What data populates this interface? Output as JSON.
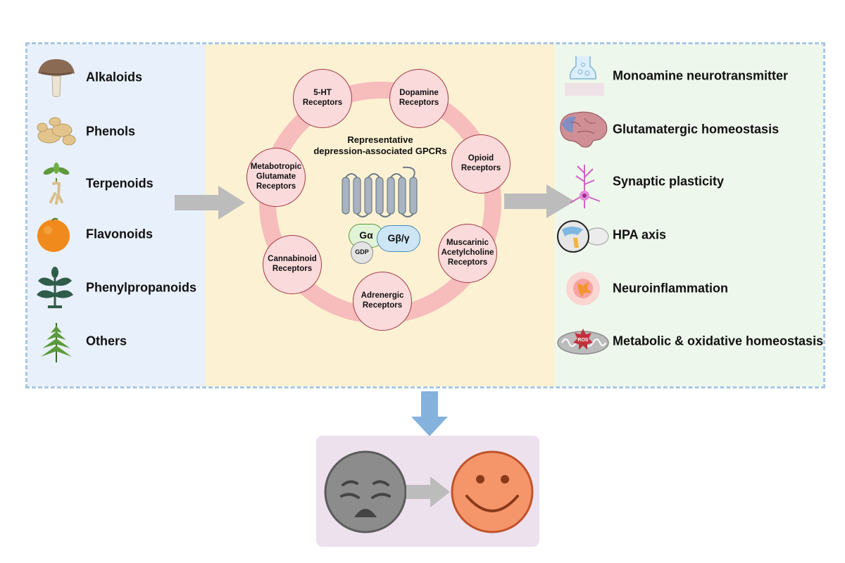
{
  "colors": {
    "left_panel": "#e8f0fb",
    "mid_panel": "#fcf2d3",
    "right_panel": "#eef7ec",
    "ring": "#f7bcbc",
    "receptor_fill": "#fadadb",
    "receptor_border": "#a23b47",
    "arrow_gray": "#bcbcbc",
    "arrow_blue": "#84b2dc",
    "mood_box": "#ede1ee",
    "sad_face": "#8c8c8c",
    "happy_face": "#f4956a"
  },
  "compounds": [
    {
      "label": "Alkaloids",
      "icon": "mushroom-icon"
    },
    {
      "label": "Phenols",
      "icon": "ginger-root-icon"
    },
    {
      "label": "Terpenoids",
      "icon": "ginseng-icon"
    },
    {
      "label": "Flavonoids",
      "icon": "orange-icon"
    },
    {
      "label": "Phenylpropanoids",
      "icon": "plant-icon"
    },
    {
      "label": "Others",
      "icon": "herb-icon"
    }
  ],
  "gpcr": {
    "title": "Representative\ndepression-associated GPCRs",
    "g_alpha": "Gα",
    "g_beta_gamma": "Gβ/γ",
    "gdp": "GDP",
    "receptors": [
      {
        "label": "5-HT\nReceptors"
      },
      {
        "label": "Dopamine\nReceptors"
      },
      {
        "label": "Opioid\nReceptors"
      },
      {
        "label": "Muscarinic\nAcetylcholine\nReceptors"
      },
      {
        "label": "Adrenergic\nReceptors"
      },
      {
        "label": "Cannabinoid\nReceptors"
      },
      {
        "label": "Metabotropic\nGlutamate\nReceptors"
      }
    ]
  },
  "outcomes": [
    {
      "label": "Monoamine neurotransmitter",
      "icon": "synapse-icon"
    },
    {
      "label": "Glutamatergic homeostasis",
      "icon": "brain-icon"
    },
    {
      "label": "Synaptic plasticity",
      "icon": "neuron-icon"
    },
    {
      "label": "HPA axis",
      "icon": "hpa-axis-icon"
    },
    {
      "label": "Neuroinflammation",
      "icon": "inflammation-icon"
    },
    {
      "label": "Metabolic & oxidative homeostasis",
      "icon": "mitochondrion-icon",
      "badge": "ROS"
    }
  ]
}
